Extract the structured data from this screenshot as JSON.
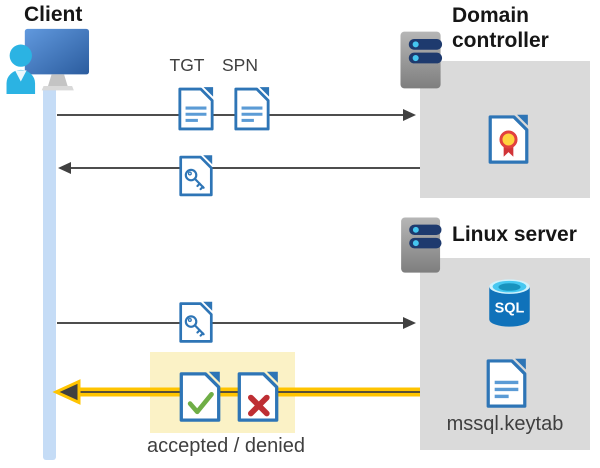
{
  "nodes": {
    "client": {
      "label": "Client"
    },
    "domain_controller": {
      "label": "Domain controller"
    },
    "linux_server": {
      "label": "Linux server"
    }
  },
  "flow": {
    "tgt_label": "TGT",
    "spn_label": "SPN",
    "result_label": "accepted / denied",
    "keytab_label": "mssql.keytab",
    "sql_label": "SQL"
  },
  "icons": {
    "client-workstation-icon": "person in front of monitor",
    "server-icon": "gray server tower with two navy indicator pills",
    "tgt-document-icon": "blue document with text lines",
    "spn-document-icon": "blue document with text lines",
    "key-document-icon": "blue document with key glyph",
    "certificate-document-icon": "document with red/yellow rosette seal",
    "sql-database-icon": "blue cylinder labeled SQL",
    "keytab-document-icon": "blue document with text lines",
    "accepted-document-icon": "document with green check mark",
    "denied-document-icon": "document with red X"
  },
  "colors": {
    "doc_blue": "#2E75B6",
    "doc_line_blue": "#5B9BD5",
    "timeline_blue": "#C5DCF6",
    "box_gray": "#DADADA",
    "highlight_yellow": "#FBF2C6",
    "arrow_gray": "#4D4D4D",
    "arrow_yellow": "#FFC400",
    "accept_green": "#6FAE46",
    "deny_red": "#BE2E33",
    "sql_blue": "#1072BA",
    "sql_cyan": "#45C8F1",
    "server_pill_navy": "#1E3A6E",
    "person_cyan": "#2BB3E3"
  }
}
